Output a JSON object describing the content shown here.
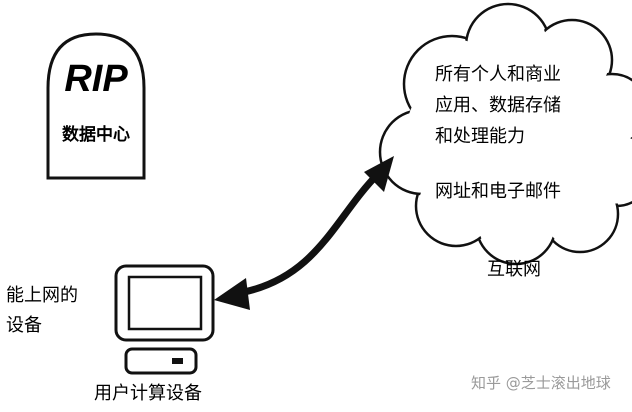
{
  "datacenter": {
    "rip_text": "RIP",
    "label": "数据中心"
  },
  "cloud": {
    "line1": "所有个人和商业",
    "line2": "应用、数据存储",
    "line3": "和处理能力",
    "line4": "网址和电子邮件",
    "caption": "互联网"
  },
  "device": {
    "side_label_line1": "能上网的",
    "side_label_line2": "设备",
    "caption": "用户计算设备"
  },
  "watermark": {
    "text": "知乎 @芝士滚出地球"
  }
}
